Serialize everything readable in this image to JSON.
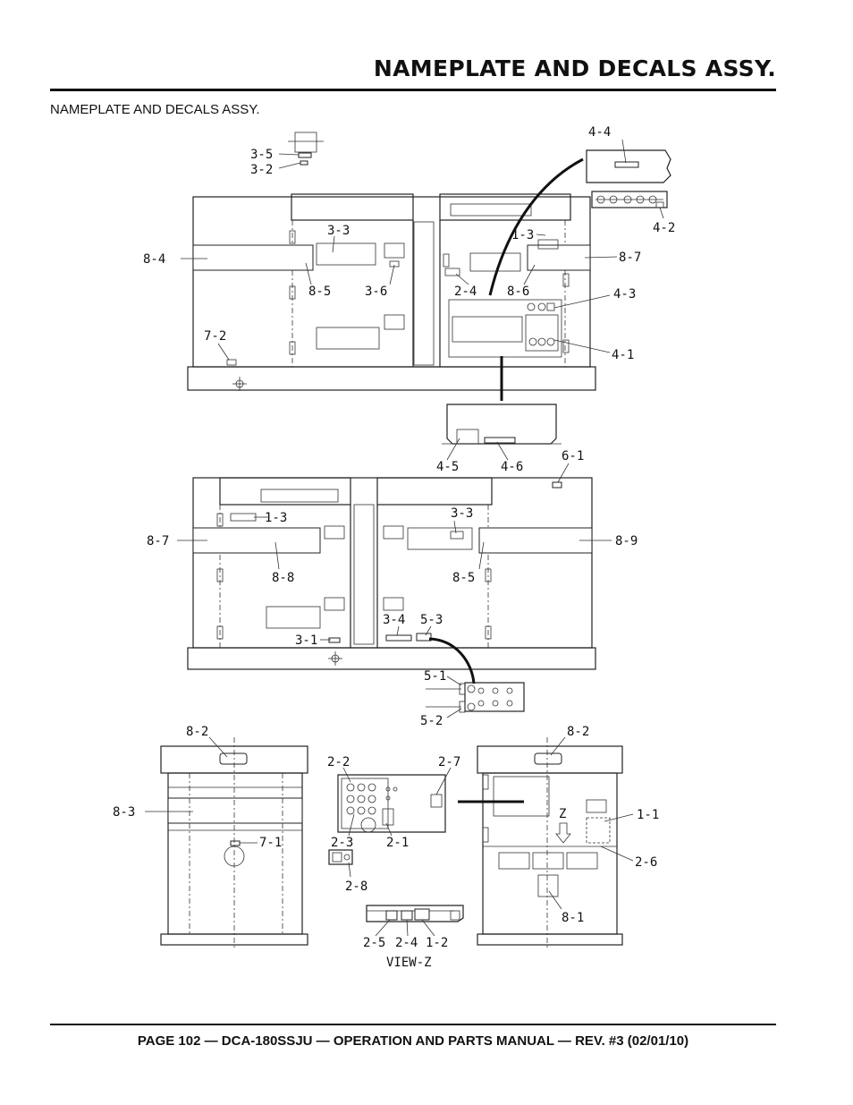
{
  "header": {
    "title": "NAMEPLATE  AND DECALS ASSY."
  },
  "section": {
    "subtitle": "NAMEPLATE AND DECALS ASSY."
  },
  "footer": {
    "text": "PAGE 102 — DCA-180SSJU — OPERATION AND PARTS  MANUAL — REV. #3  (02/01/10)"
  },
  "callouts": {
    "c3_5": "3-5",
    "c3_2": "3-2",
    "c4_4": "4-4",
    "c4_2": "4-2",
    "c3_3a": "3-3",
    "c1_3a": "1-3",
    "c8_4": "8-4",
    "c8_7a": "8-7",
    "c8_5a": "8-5",
    "c3_6": "3-6",
    "c2_4a": "2-4",
    "c8_6": "8-6",
    "c4_3": "4-3",
    "c7_2": "7-2",
    "c4_1": "4-1",
    "c4_5": "4-5",
    "c4_6": "4-6",
    "c6_1": "6-1",
    "c1_3b": "1-3",
    "c3_3b": "3-3",
    "c8_7b": "8-7",
    "c8_9": "8-9",
    "c8_8": "8-8",
    "c8_5b": "8-5",
    "c3_4": "3-4",
    "c5_3": "5-3",
    "c3_1": "3-1",
    "c5_1": "5-1",
    "c5_2": "5-2",
    "c8_2a": "8-2",
    "c8_2b": "8-2",
    "c2_2": "2-2",
    "c2_7": "2-7",
    "c8_3": "8-3",
    "c7_1": "7-1",
    "c2_3": "2-3",
    "c2_1": "2-1",
    "c2_8": "2-8",
    "c1_1": "1-1",
    "c2_6": "2-6",
    "z": "Z",
    "c8_1": "8-1",
    "c2_5": "2-5",
    "c2_4b": "2-4",
    "c1_2": "1-2",
    "view_z": "VIEW-Z"
  }
}
